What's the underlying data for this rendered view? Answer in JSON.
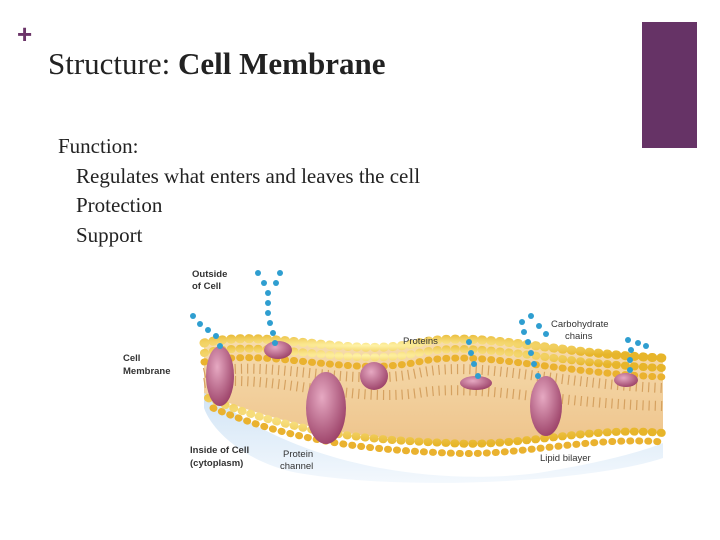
{
  "slide": {
    "title_prefix": "Structure:",
    "title_main": "Cell Membrane",
    "function_heading": "Function:",
    "functions": [
      "Regulates what enters and leaves the cell",
      "Protection",
      "Support"
    ],
    "accent_color": "#663366"
  },
  "figure": {
    "labels": {
      "outside_1": "Outside",
      "outside_2": "of Cell",
      "membrane_1": "Cell",
      "membrane_2": "Membrane",
      "proteins": "Proteins",
      "carb_1": "Carbohydrate",
      "carb_2": "chains",
      "inside_1": "Inside of Cell",
      "inside_2": "(cytoplasm)",
      "channel_1": "Protein",
      "channel_2": "channel",
      "bilayer": "Lipid bilayer"
    }
  }
}
